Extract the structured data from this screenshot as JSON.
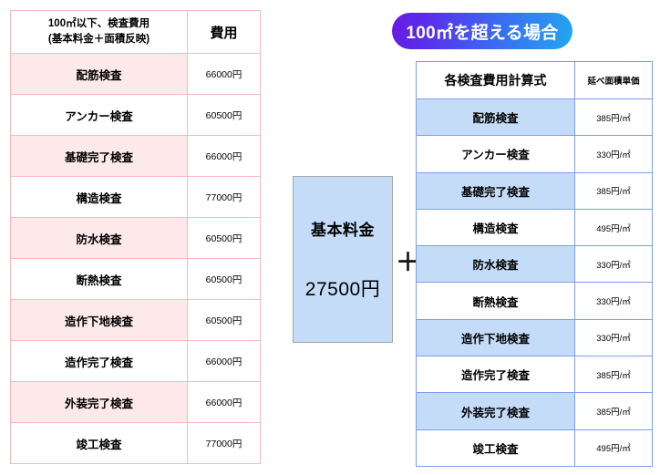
{
  "colors": {
    "pink_fill": "#FDE9E9",
    "pink_border": "#F6B9BC",
    "blue_fill": "#C5DCF8",
    "blue_border": "#7D9DF0",
    "banner_gradient_start": "#6A1BE0",
    "banner_gradient_end": "#22A7F0",
    "base_box_border": "#A3A3A3"
  },
  "left_table": {
    "headers": {
      "name_line1": "100㎡以下、検査費用",
      "name_line2": "(基本料金＋面積反映)",
      "fee": "費用"
    },
    "rows": [
      {
        "name": "配筋検査",
        "fee": "66000円"
      },
      {
        "name": "アンカー検査",
        "fee": "60500円"
      },
      {
        "name": "基礎完了検査",
        "fee": "66000円"
      },
      {
        "name": "構造検査",
        "fee": "77000円"
      },
      {
        "name": "防水検査",
        "fee": "60500円"
      },
      {
        "name": "断熱検査",
        "fee": "60500円"
      },
      {
        "name": "造作下地検査",
        "fee": "60500円"
      },
      {
        "name": "造作完了検査",
        "fee": "66000円"
      },
      {
        "name": "外装完了検査",
        "fee": "66000円"
      },
      {
        "name": "竣工検査",
        "fee": "77000円"
      }
    ]
  },
  "banner": {
    "label": "100㎡を超える場合"
  },
  "base_box": {
    "label": "基本料金",
    "amount": "27500円"
  },
  "operator": {
    "plus": "＋"
  },
  "right_table": {
    "headers": {
      "name": "各検査費用計算式",
      "unit": "延べ面積単価"
    },
    "rows": [
      {
        "name": "配筋検査",
        "unit": "385円/㎡"
      },
      {
        "name": "アンカー検査",
        "unit": "330円/㎡"
      },
      {
        "name": "基礎完了検査",
        "unit": "385円/㎡"
      },
      {
        "name": "構造検査",
        "unit": "495円/㎡"
      },
      {
        "name": "防水検査",
        "unit": "330円/㎡"
      },
      {
        "name": "断熱検査",
        "unit": "330円/㎡"
      },
      {
        "name": "造作下地検査",
        "unit": "330円/㎡"
      },
      {
        "name": "造作完了検査",
        "unit": "385円/㎡"
      },
      {
        "name": "外装完了検査",
        "unit": "385円/㎡"
      },
      {
        "name": "竣工検査",
        "unit": "495円/㎡"
      }
    ]
  }
}
